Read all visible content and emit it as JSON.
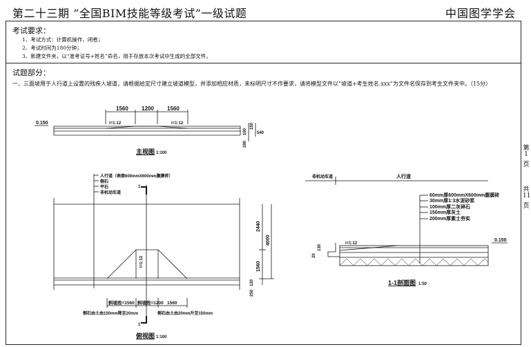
{
  "header": {
    "title": "第二十三期 “全国BIM技能等级考试”一级试题",
    "organization": "中国图学学会"
  },
  "requirements": {
    "heading": "考试要求：",
    "items": [
      "1、考试方式：计算机操作，闭卷；",
      "2、考试时间为180分钟；",
      "3、新建文件夹，以“准考证号+姓名”命名，用于存放本次考试中生成的全部文件。"
    ]
  },
  "questions": {
    "heading": "试题部分：",
    "q1": "一、三面坡用于人行道上设置的残疾人坡道，请根据给定尺寸建立坡道模型，并添加相应材质，未标明尺寸不作要求，请将模型文件以“坡道+考生姓名.xxx”为文件名保存到考生文件夹中。（15分）"
  },
  "page_info": {
    "current": [
      "第",
      "1",
      "页"
    ],
    "total": [
      "共",
      "11",
      "页"
    ]
  },
  "front_view": {
    "elevation": "0.150",
    "dims": [
      "1560",
      "1200",
      "1560"
    ],
    "slope_left": "i=1:12",
    "slope_right": "i=1:12",
    "right_dims": [
      "150",
      "100",
      "290",
      "540"
    ],
    "title": "主视图",
    "scale": "1:100"
  },
  "plan_view": {
    "legend": [
      "人行道（表面600mmX600mm腹膜砖）",
      "侧石",
      "平石",
      "非机动车道"
    ],
    "section_mark": "1",
    "slope": "i=1:12",
    "right_dims": [
      "2440",
      "4000",
      "1560",
      "120",
      "250"
    ],
    "bottom_dims": [
      "斜坡段=1560",
      "斜坡段=1200",
      "1560"
    ],
    "note_left": "侧石由土由150mm降至20mm",
    "note_right": "侧石由土由20mm升至150mm",
    "title": "俯视图",
    "scale": "1:100"
  },
  "section_view": {
    "zone_left": "非机动车道",
    "zone_right": "人行道",
    "layers": [
      "60mm厚600mmX600mm腹膜砖",
      "30mm厚1:3水泥砂浆",
      "100mm厚二灰碎石",
      "150mm厚灰土",
      "200mm厚素土夯实"
    ],
    "slope": "i=1:12",
    "elevation": "0.150",
    "left_dims": [
      "130",
      "20"
    ],
    "title": "1-1剖面图",
    "scale": "1:50"
  }
}
